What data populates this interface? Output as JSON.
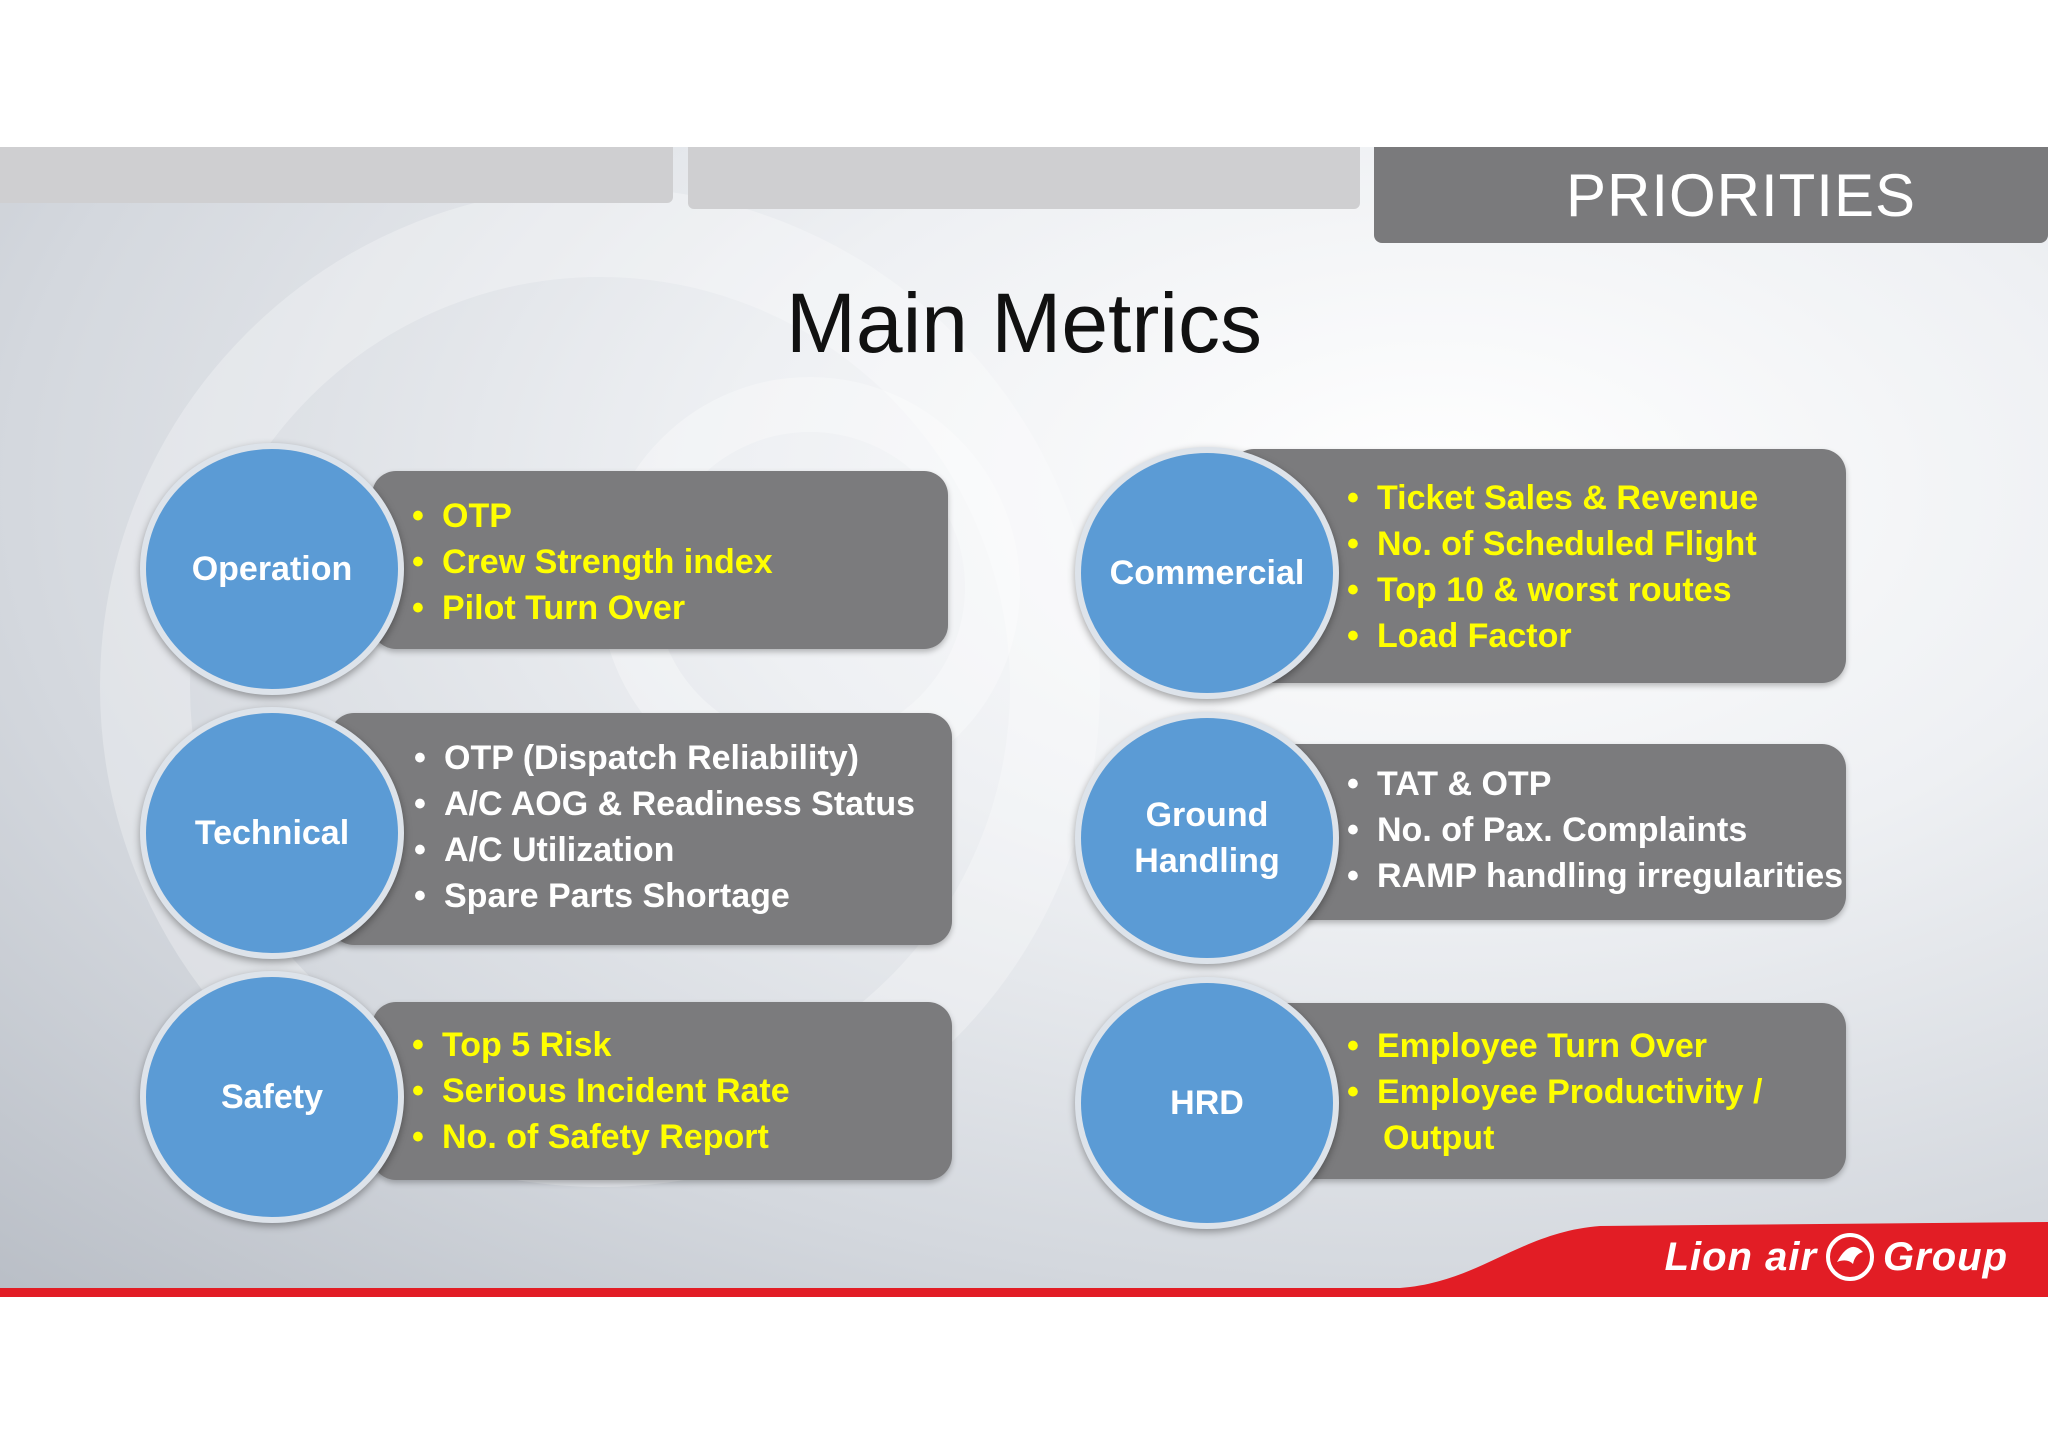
{
  "header": {
    "section_label": "PRIORITIES",
    "title": "Main Metrics"
  },
  "groups": {
    "operation": {
      "label": "Operation",
      "items": [
        "OTP",
        "Crew Strength index",
        "Pilot Turn Over"
      ]
    },
    "technical": {
      "label": "Technical",
      "items": [
        "OTP (Dispatch Reliability)",
        "A/C AOG & Readiness Status",
        "A/C Utilization",
        "Spare Parts Shortage"
      ]
    },
    "safety": {
      "label": "Safety",
      "items": [
        "Top 5 Risk",
        "Serious Incident Rate",
        "No. of Safety Report"
      ]
    },
    "commercial": {
      "label": "Commercial",
      "items": [
        "Ticket Sales & Revenue",
        "No. of Scheduled Flight",
        "Top 10 & worst routes",
        "Load Factor"
      ]
    },
    "ground_handling": {
      "label_line1": "Ground",
      "label_line2": "Handling",
      "items": [
        "TAT & OTP",
        "No. of Pax. Complaints",
        "RAMP handling irregularities"
      ]
    },
    "hrd": {
      "label": "HRD",
      "items": [
        "Employee Turn Over",
        "Employee Productivity /",
        "Output"
      ]
    }
  },
  "footer": {
    "logo_text_left": "Lion air",
    "logo_text_right": "Group"
  },
  "colors": {
    "circle": "#5b9bd5",
    "pill": "#7b7b7d",
    "highlight_text": "#ffff00",
    "brand_red": "#e21d25"
  }
}
